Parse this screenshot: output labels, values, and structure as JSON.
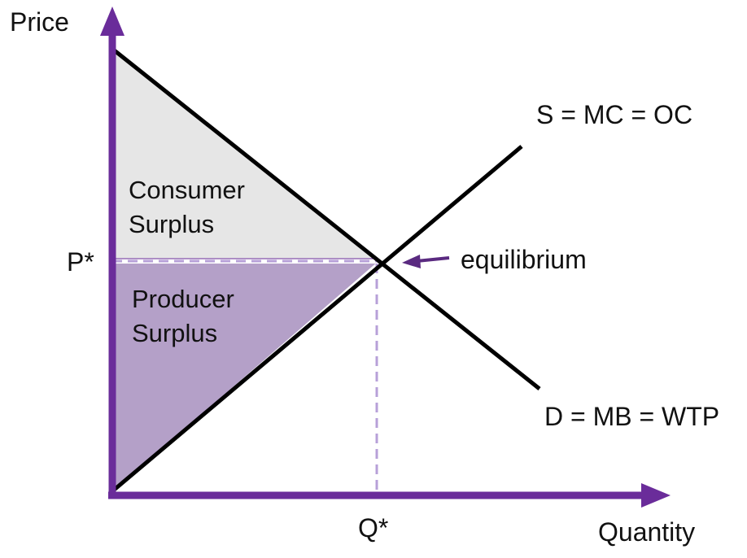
{
  "axes": {
    "y_label": "Price",
    "x_label": "Quantity",
    "p_star_label": "P*",
    "q_star_label": "Q*"
  },
  "curves": {
    "supply_label": "S = MC = OC",
    "demand_label": "D = MB = WTP"
  },
  "regions": {
    "consumer_surplus_line1": "Consumer",
    "consumer_surplus_line2": "Surplus",
    "producer_surplus_line1": "Producer",
    "producer_surplus_line2": "Surplus"
  },
  "annotations": {
    "equilibrium_label": "equilibrium"
  },
  "colors": {
    "axis": "#6a2c9a",
    "consumer_fill": "#e6e6e6",
    "producer_fill": "#b4a0c8",
    "dashed_guide": "#b7a0d8",
    "curve": "#000000",
    "arrow": "#5a2a80"
  }
}
